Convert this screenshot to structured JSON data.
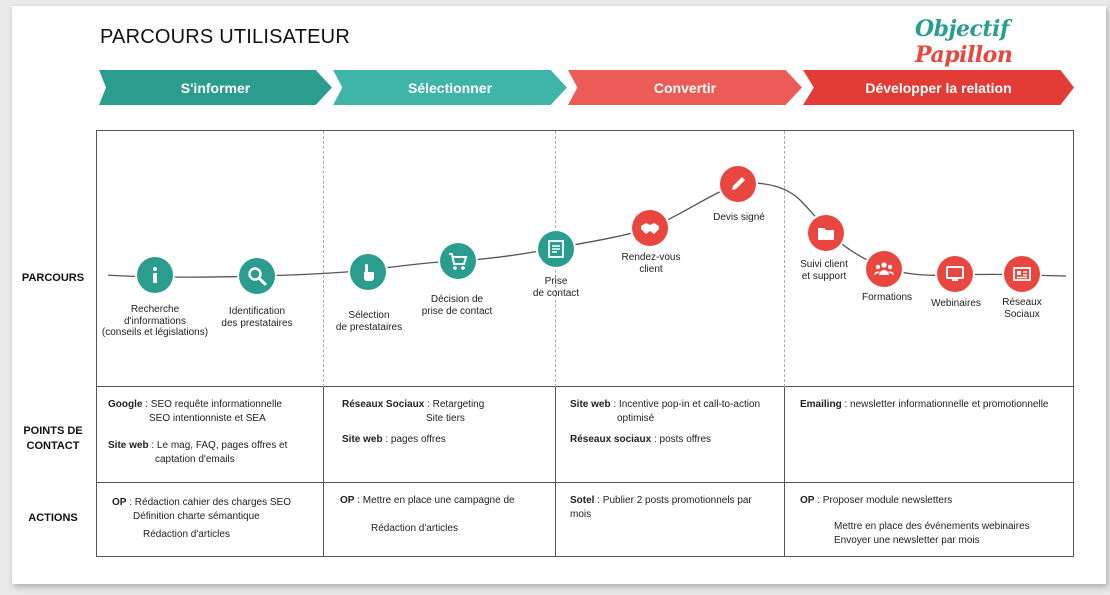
{
  "title": "PARCOURS UTILISATEUR",
  "logo": {
    "part1": "Objectif",
    "part2": "Papillon"
  },
  "phases": [
    "S'informer",
    "Sélectionner",
    "Convertir",
    "Développer la relation"
  ],
  "row_labels": {
    "parcours": "PARCOURS",
    "points_line1": "POINTS DE",
    "points_line2": "CONTACT",
    "actions": "ACTIONS"
  },
  "steps": [
    {
      "label_lines": [
        "Recherche",
        "d'informations",
        "(conseils et législations)"
      ],
      "icon": "info-icon",
      "color": "#2a9d8f"
    },
    {
      "label_lines": [
        "Identification",
        "des prestataires"
      ],
      "icon": "search-icon",
      "color": "#2a9d8f"
    },
    {
      "label_lines": [
        "Sélection",
        "de prestataires"
      ],
      "icon": "pointer-hand-icon",
      "color": "#2a9d8f"
    },
    {
      "label_lines": [
        "Décision de",
        "prise de contact"
      ],
      "icon": "cart-icon",
      "color": "#2a9d8f"
    },
    {
      "label_lines": [
        "Prise",
        "de contact"
      ],
      "icon": "form-icon",
      "color": "#2a9d8f"
    },
    {
      "label_lines": [
        "Rendez-vous",
        "client"
      ],
      "icon": "handshake-icon",
      "color": "#e8463f"
    },
    {
      "label_lines": [
        "Devis signé"
      ],
      "icon": "pencil-icon",
      "color": "#e8463f"
    },
    {
      "label_lines": [
        "Suivi client",
        "et support"
      ],
      "icon": "folder-icon",
      "color": "#e8463f"
    },
    {
      "label_lines": [
        "Formations"
      ],
      "icon": "group-icon",
      "color": "#e8463f"
    },
    {
      "label_lines": [
        "Webinaires"
      ],
      "icon": "monitor-icon",
      "color": "#e8463f"
    },
    {
      "label_lines": [
        "Réseaux",
        "Sociaux"
      ],
      "icon": "newspaper-icon",
      "color": "#e8463f"
    }
  ],
  "points_de_contact": [
    [
      {
        "key": "Google",
        "sep": " : ",
        "lines": [
          "SEO requête informationnelle",
          "SEO intentionniste et SEA"
        ]
      },
      {
        "key": "Site web",
        "sep": " : ",
        "lines": [
          "Le mag, FAQ, pages offres et",
          "captation d'emails"
        ]
      }
    ],
    [
      {
        "key": "Réseaux Sociaux",
        "sep": " : ",
        "lines": [
          "Retargeting",
          "Site tiers"
        ]
      },
      {
        "key": "Site web",
        "sep": " : ",
        "lines": [
          "pages offres"
        ]
      }
    ],
    [
      {
        "key": "Site web",
        "sep": " : ",
        "lines": [
          "Incentive pop-in et call-to-action",
          "optimisé"
        ]
      },
      {
        "key": "Réseaux sociaux",
        "sep": " : ",
        "lines": [
          "posts offres"
        ]
      }
    ],
    [
      {
        "key": "Emailing",
        "sep": " : ",
        "lines": [
          "newsletter informationnelle et promotionnelle"
        ]
      }
    ]
  ],
  "actions": [
    {
      "key": "OP",
      "sep": " : ",
      "lines": [
        "Rédaction cahier des charges SEO",
        "Définition charte sémantique",
        "Rédaction d'articles"
      ]
    },
    {
      "key": "OP",
      "sep": " : ",
      "lines": [
        "Mettre en place une campagne de",
        "Rédaction d'articles"
      ]
    },
    {
      "key": "Sotel",
      "sep": " : ",
      "lines": [
        "Publier 2 posts promotionnels par",
        "mois"
      ]
    },
    {
      "key": "OP",
      "sep": " : ",
      "lines": [
        "Proposer module newsletters",
        "Mettre en place des événements webinaires",
        "Envoyer une newsletter par mois"
      ]
    }
  ]
}
